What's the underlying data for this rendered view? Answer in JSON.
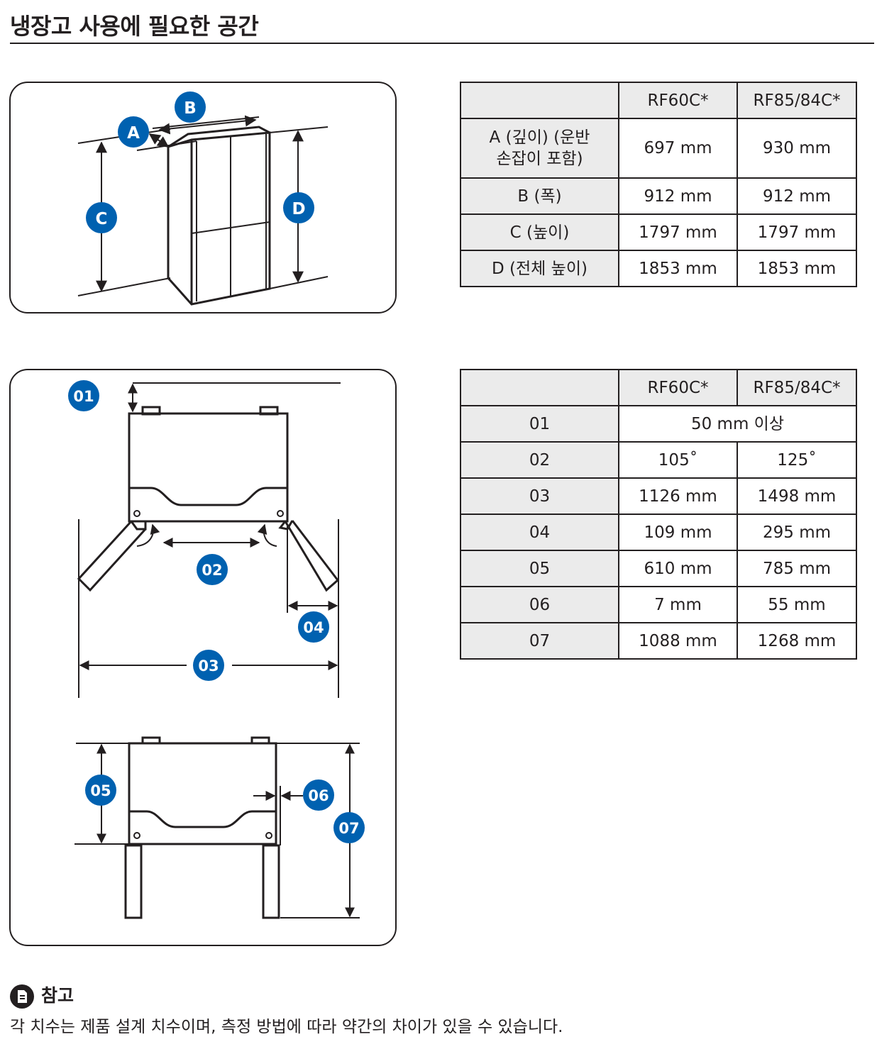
{
  "page": {
    "title": "냉장고 사용에 필요한 공간"
  },
  "colors": {
    "badge": "#0061b0",
    "line": "#231f20",
    "header_fill": "#ebebeb"
  },
  "diagram_top": {
    "labels": {
      "a": "A",
      "b": "B",
      "c": "C",
      "d": "D"
    }
  },
  "diagram_bottom": {
    "labels": {
      "l01": "01",
      "l02": "02",
      "l03": "03",
      "l04": "04",
      "l05": "05",
      "l06": "06",
      "l07": "07"
    }
  },
  "table1": {
    "col1": "RF60C*",
    "col2": "RF85/84C*",
    "rows": [
      {
        "label_line1": "A (깊이) (운반",
        "label_line2": "손잡이 포함)",
        "v1": "697 mm",
        "v2": "930 mm"
      },
      {
        "label": "B (폭)",
        "v1": "912 mm",
        "v2": "912 mm"
      },
      {
        "label": "C (높이)",
        "v1": "1797 mm",
        "v2": "1797 mm"
      },
      {
        "label": "D (전체 높이)",
        "v1": "1853 mm",
        "v2": "1853 mm"
      }
    ]
  },
  "table2": {
    "col1": "RF60C*",
    "col2": "RF85/84C*",
    "rows": [
      {
        "label": "01",
        "merged": "50 mm 이상"
      },
      {
        "label": "02",
        "v1": "105˚",
        "v2": "125˚"
      },
      {
        "label": "03",
        "v1": "1126 mm",
        "v2": "1498 mm"
      },
      {
        "label": "04",
        "v1": "109 mm",
        "v2": "295 mm"
      },
      {
        "label": "05",
        "v1": "610 mm",
        "v2": "785 mm"
      },
      {
        "label": "06",
        "v1": "7 mm",
        "v2": "55 mm"
      },
      {
        "label": "07",
        "v1": "1088 mm",
        "v2": "1268 mm"
      }
    ]
  },
  "note": {
    "icon": "note-icon",
    "title": "참고",
    "text": "각 치수는 제품 설계 치수이며, 측정 방법에 따라 약간의 차이가 있을 수 있습니다."
  }
}
